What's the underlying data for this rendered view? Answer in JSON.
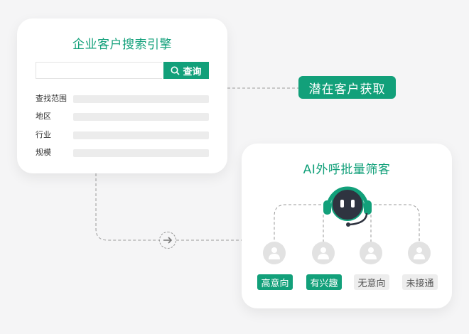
{
  "search_card": {
    "title": "企业客户搜索引擎",
    "search_placeholder": "",
    "search_button": "查询",
    "filters": [
      {
        "label": "查找范围"
      },
      {
        "label": "地区"
      },
      {
        "label": "行业"
      },
      {
        "label": "规模"
      }
    ]
  },
  "potential_tag": "潜在客户获取",
  "ai_card": {
    "title": "AI外呼批量筛客",
    "outcomes": [
      {
        "label": "高意向",
        "active": true
      },
      {
        "label": "有兴趣",
        "active": true
      },
      {
        "label": "无意向",
        "active": false
      },
      {
        "label": "未接通",
        "active": false
      }
    ]
  },
  "colors": {
    "brand": "#12a07a",
    "inactive_tag": "#ededed",
    "placeholder_bar": "#ececec"
  },
  "icons": [
    "search-icon",
    "arrow-right-icon",
    "robot-headset-icon",
    "person-icon"
  ]
}
